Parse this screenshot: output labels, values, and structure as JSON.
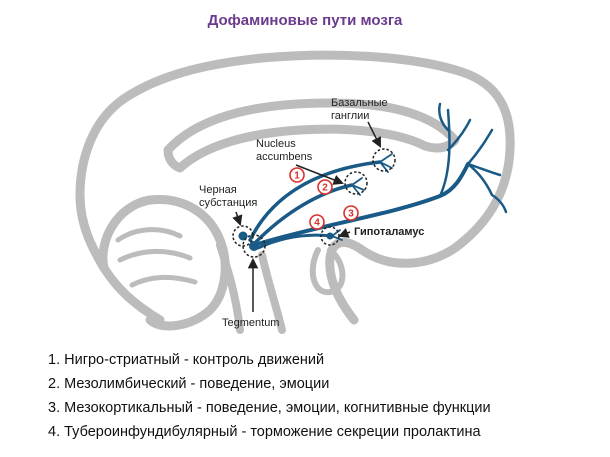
{
  "title": "Дофаминовые пути мозга",
  "colors": {
    "brain_outline": "#bcbcbc",
    "pathway": "#1a5a86",
    "badge_red": "#d9312b",
    "title_purple": "#6a3b8c"
  },
  "labels": {
    "basal_ganglia": [
      "Базальные",
      "ганглии"
    ],
    "nucleus_accumbens": [
      "Nucleus",
      "accumbens"
    ],
    "substantia_nigra": [
      "Черная",
      "субстанция"
    ],
    "hypothalamus": "Гипоталамус",
    "tegmentum": "Tegmentum"
  },
  "badges": [
    "1",
    "2",
    "3",
    "4"
  ],
  "legend": [
    "1. Нигро-стриатный - контроль движений",
    "2. Мезолимбический - поведение, эмоции",
    "3. Мезокортикальный - поведение, эмоции, когнитивные функции",
    "4. Тубероинфундибулярный - торможение  секреции пролактина"
  ]
}
